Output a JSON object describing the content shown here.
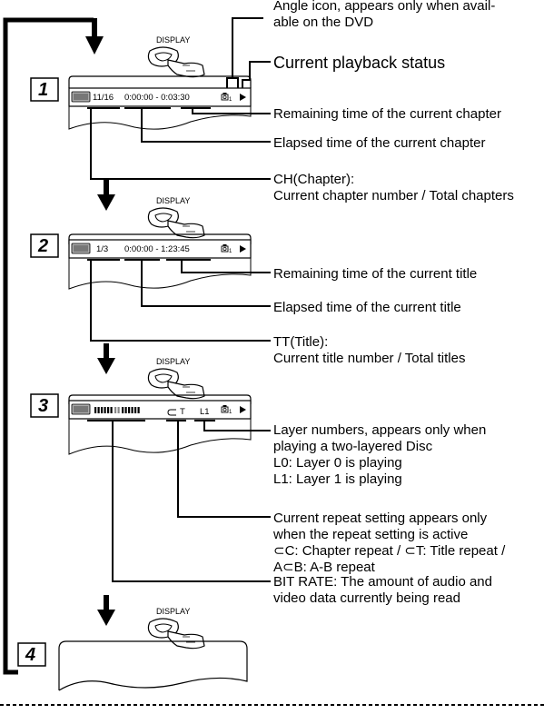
{
  "remote_button_label": "DISPLAY",
  "steps": [
    {
      "number": "1",
      "osd_texts": [
        "11/16",
        "0:00:00 - 0:03:30"
      ],
      "callouts": [
        [
          "Angle icon, appears only when avail-",
          "able on the DVD"
        ],
        [
          "Current playback status"
        ],
        [
          "Remaining time of the current chapter"
        ],
        [
          "Elapsed time of the current chapter"
        ],
        [
          "CH(Chapter):",
          "Current chapter number / Total chapters"
        ]
      ]
    },
    {
      "number": "2",
      "osd_texts": [
        "1/3",
        "0:00:00 - 1:23:45"
      ],
      "callouts": [
        [
          "Remaining time of the current title"
        ],
        [
          "Elapsed time of the current title"
        ],
        [
          "TT(Title):",
          "Current title number / Total titles"
        ]
      ]
    },
    {
      "number": "3",
      "osd_texts": [
        "T",
        "L1"
      ],
      "callouts": [
        [
          "Layer numbers, appears only when",
          "playing a two-layered Disc",
          "L0: Layer 0 is playing",
          "L1: Layer 1 is playing"
        ],
        [
          "Current repeat setting appears only",
          "when the repeat setting is active",
          "⊂C: Chapter repeat / ⊂T: Title repeat /",
          "A⊂B: A-B repeat"
        ],
        [
          "BIT RATE: The amount of audio and",
          "video data currently being read"
        ]
      ]
    },
    {
      "number": "4"
    }
  ]
}
